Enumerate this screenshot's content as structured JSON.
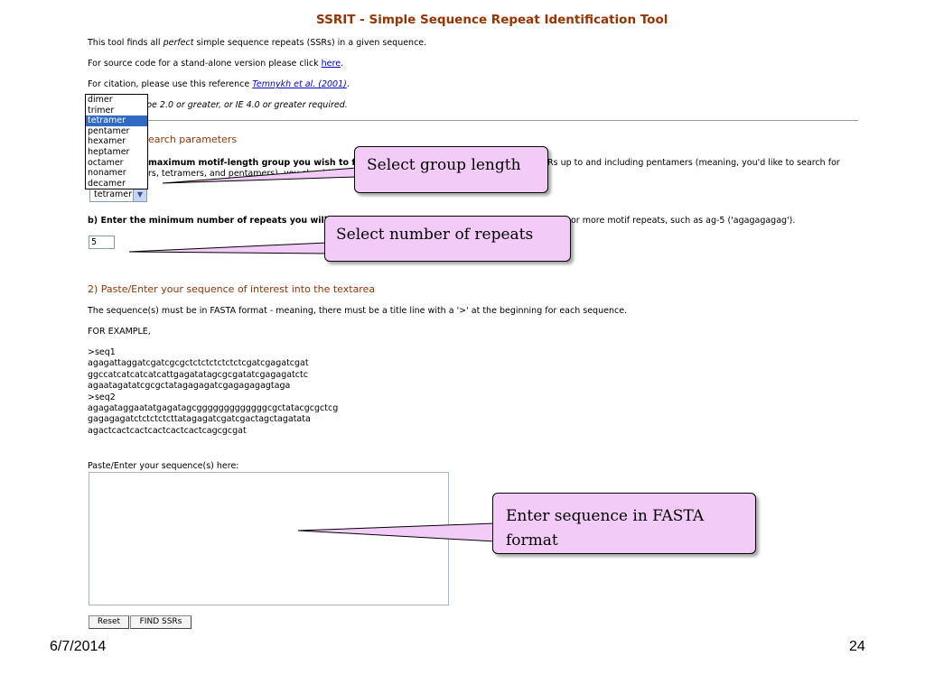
{
  "page": {
    "title": "SSRIT - Simple Sequence Repeat Identification Tool",
    "intro_pre": "This tool finds all ",
    "intro_em": "perfect",
    "intro_post": " simple sequence repeats (SSRs) in a given sequence.",
    "source_pre": "For source code for a stand-alone version please click ",
    "source_link": "here",
    "source_post": ".",
    "citation_pre": "For citation, please use this reference ",
    "citation_link": "Temnykh et al. (2001)",
    "citation_post": ".",
    "browser_note": "pe 2.0 or greater, or IE 4.0 or greater required."
  },
  "section1": {
    "heading": "earch parameters",
    "q_a_bold": "maximum motif-length group you wish to find",
    "q_a_right": "Rs up to and including pentamers (meaning, you'd like to search for",
    "q_a_line2": "rs, tetramers, and pentamers), you should sele",
    "motif_select": {
      "selected": "tetramer",
      "options": [
        "dimer",
        "trimer",
        "tetramer",
        "pentamer",
        "hexamer",
        "heptamer",
        "octamer",
        "nonamer",
        "decamer"
      ]
    },
    "q_b_bold": "b) Enter the minimum number of repeats you will all",
    "q_b_right": "or more motif repeats, such as ag-5 ('agagagagag').",
    "repeats_value": "5"
  },
  "section2": {
    "heading": "2) Paste/Enter your sequence of interest into the textarea",
    "fasta_note": "The sequence(s) must be in FASTA format - meaning, there must be a title line with a '>' at the beginning for each sequence.",
    "example_label": "FOR EXAMPLE,",
    "example_lines": [
      ">seq1",
      "agagattaggatcgatcgcgctctctctctctctcgatcgagatcgat",
      "ggccatcatcatcatcattgagatatagcgcgatatcgagagatctc",
      "agaatagatatcgcgctatagagagatcgagagagagtaga",
      ">seq2",
      "agagataggaatatgagatagcgggggggggggggcgctatacgcgctcg",
      "gagagagatctctctctcttatagagatcgatcgactagctagatata",
      "agactcactcactcactcactcactcagcgcgat"
    ],
    "paste_label": "Paste/Enter your sequence(s) here:",
    "reset_label": "Reset",
    "find_label": "FIND SSRs"
  },
  "callouts": {
    "group_length": "Select group length",
    "num_repeats": "Select number of repeats",
    "fasta": "Enter sequence in FASTA format"
  },
  "footer": {
    "date": "6/7/2014",
    "page_number": "24"
  }
}
